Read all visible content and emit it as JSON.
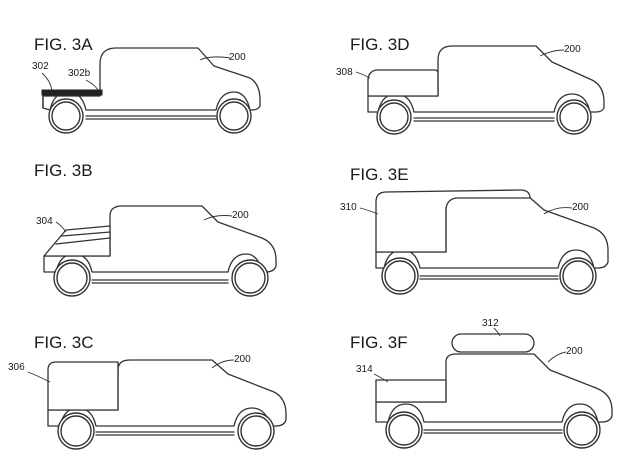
{
  "figures": [
    {
      "id": "3A",
      "title": "FIG. 3A",
      "vehicle_ref": "200",
      "refs": [
        "302",
        "302b"
      ]
    },
    {
      "id": "3D",
      "title": "FIG. 3D",
      "vehicle_ref": "200",
      "refs": [
        "308"
      ]
    },
    {
      "id": "3B",
      "title": "FIG. 3B",
      "vehicle_ref": "200",
      "refs": [
        "304"
      ]
    },
    {
      "id": "3E",
      "title": "FIG. 3E",
      "vehicle_ref": "200",
      "refs": [
        "310"
      ]
    },
    {
      "id": "3C",
      "title": "FIG. 3C",
      "vehicle_ref": "200",
      "refs": [
        "306"
      ]
    },
    {
      "id": "3F",
      "title": "FIG. 3F",
      "vehicle_ref": "200",
      "refs": [
        "312",
        "314"
      ]
    }
  ],
  "colors": {
    "line": "#333333",
    "text": "#1a1a1a",
    "background": "#ffffff"
  }
}
